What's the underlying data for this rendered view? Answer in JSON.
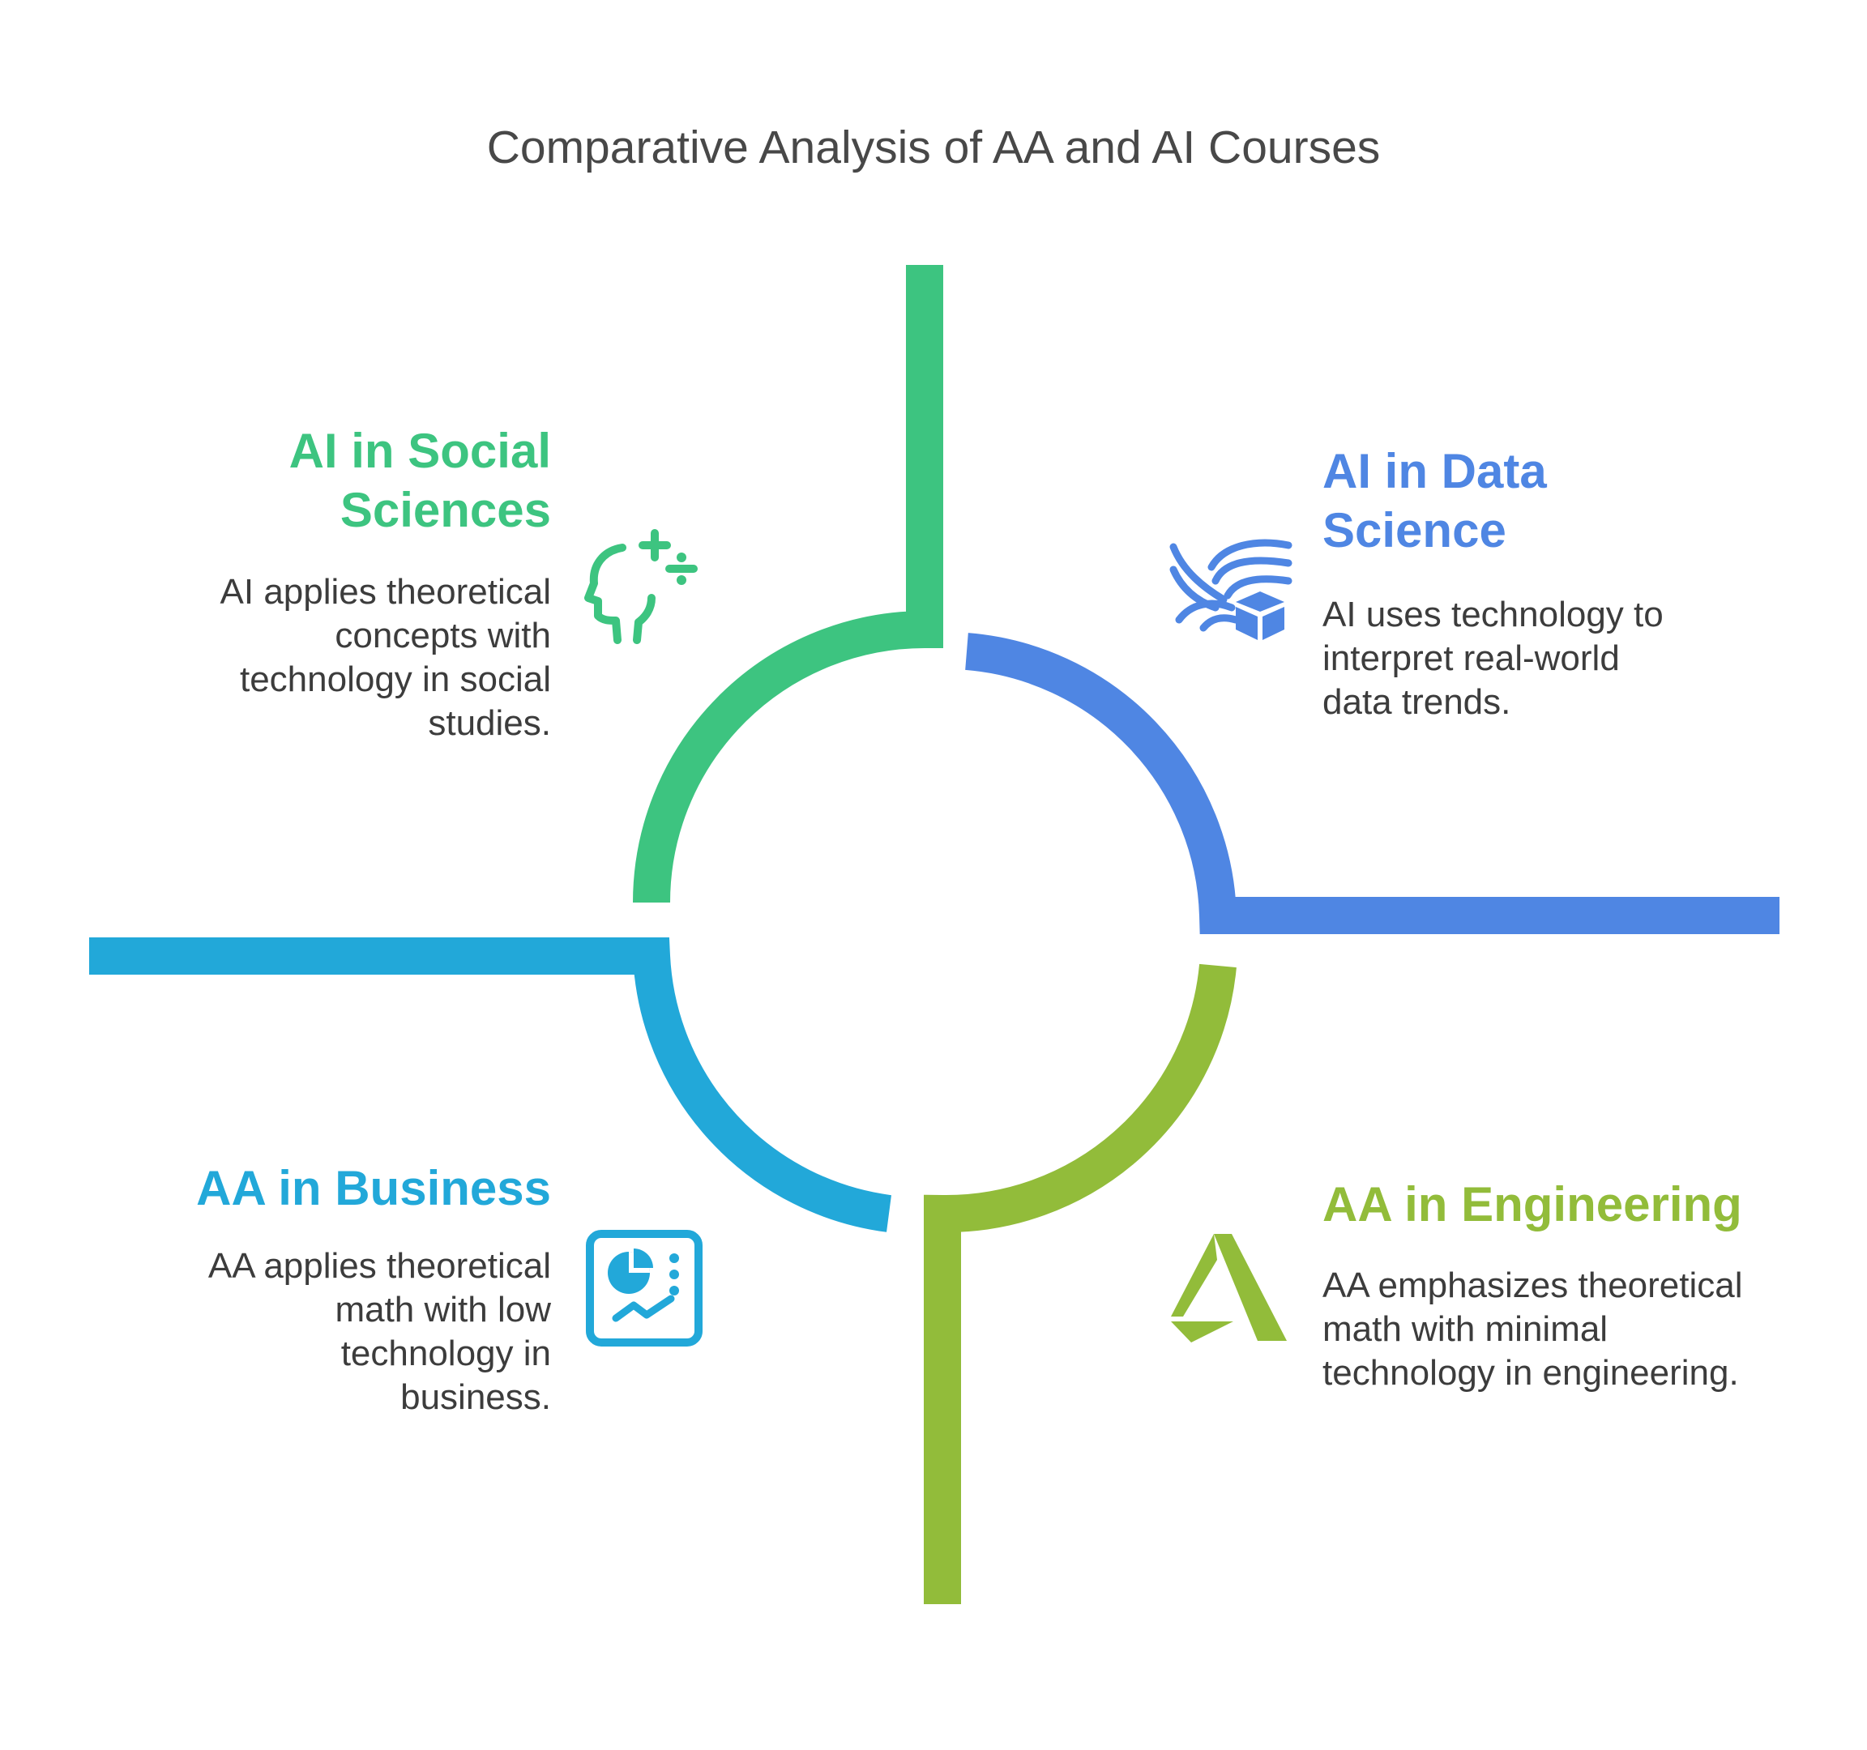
{
  "title": "Comparative Analysis of AA and AI Courses",
  "colors": {
    "social": "#3dc480",
    "data": "#4f86e3",
    "business": "#22a8d9",
    "engineering": "#92bc3a"
  },
  "quadrants": {
    "social": {
      "heading": "AI in Social Sciences",
      "description": "AI applies theoretical concepts with technology in social studies.",
      "icon": "head-math-icon"
    },
    "data": {
      "heading": "AI in Data Science",
      "description": "AI uses technology to interpret real-world data trends.",
      "icon": "data-stream-cube-icon"
    },
    "business": {
      "heading": "AA in Business",
      "description": "AA applies theoretical math with low technology in business.",
      "icon": "analytics-dashboard-icon"
    },
    "engineering": {
      "heading": "AA in Engineering",
      "description": "AA emphasizes theoretical math with minimal technology in engineering.",
      "icon": "engineering-a-icon"
    }
  }
}
